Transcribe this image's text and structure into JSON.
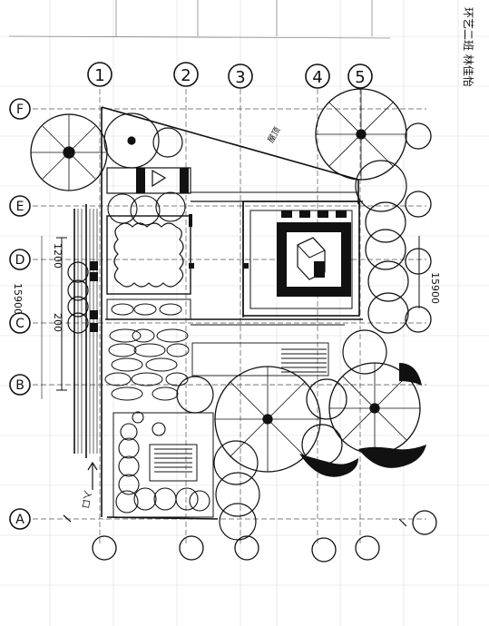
{
  "sheet": {
    "title_note": "环艺二班 林佳怡"
  },
  "grid": {
    "columns": [
      "1",
      "2",
      "3",
      "4",
      "5"
    ],
    "rows": [
      "F",
      "E",
      "D",
      "C",
      "B",
      "A"
    ]
  },
  "dimensions": {
    "left_total": "15900",
    "left_upper": "1200",
    "left_lower": "200",
    "right_total": "15900",
    "roof_note": "屋顶"
  },
  "markers": {
    "bottom_left_note": "入口"
  }
}
